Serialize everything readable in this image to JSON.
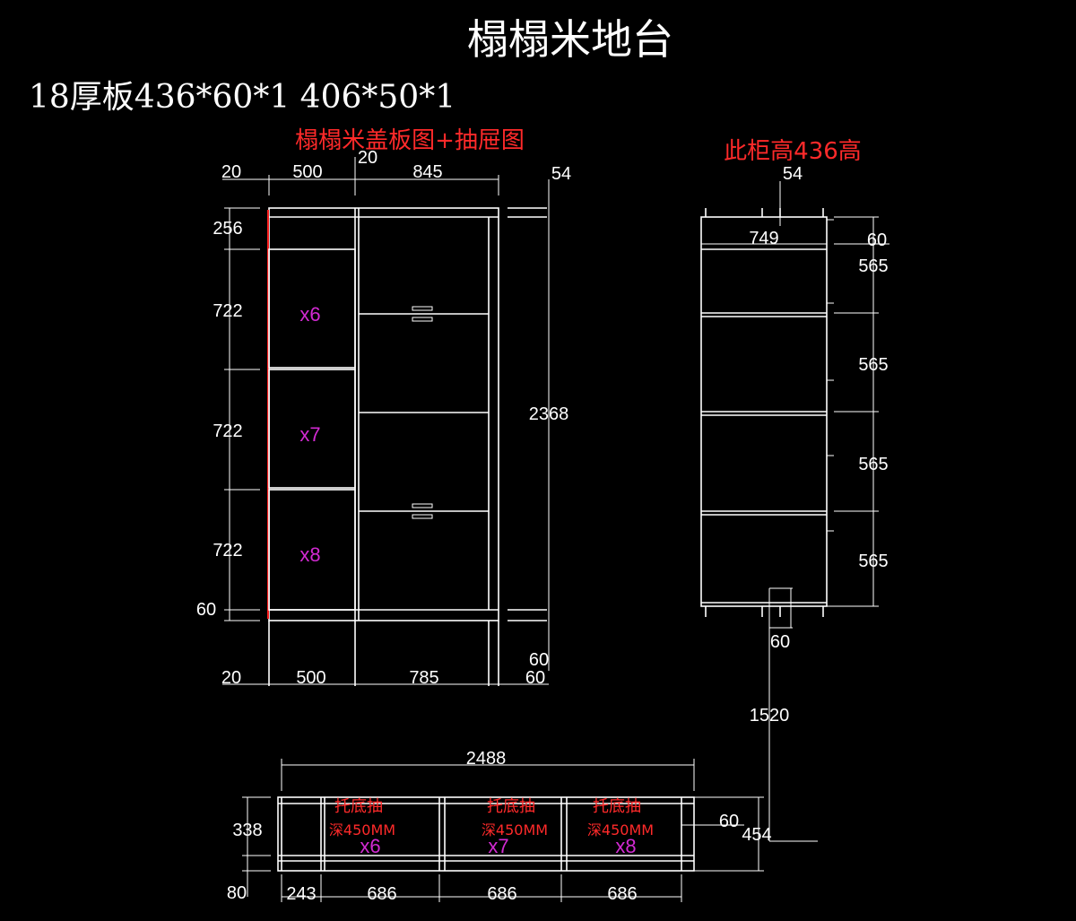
{
  "title": "榻榻米地台",
  "spec_line": "18厚板436*60*1  406*50*1",
  "labels": {
    "cover_plan": "榻榻米盖板图+抽屉图",
    "cabinet_height": "此柜高436高"
  },
  "front_view": {
    "top_dims": [
      "20",
      "500",
      "20",
      "845",
      "54"
    ],
    "left_dims": [
      "256",
      "722",
      "722",
      "722",
      "60"
    ],
    "right_dims": [
      "2368",
      "60"
    ],
    "bottom_dims": [
      "20",
      "500",
      "785",
      "60"
    ],
    "drawer_tags": [
      "x6",
      "x7",
      "x8"
    ]
  },
  "side_view": {
    "top_dims": [
      "54",
      "749",
      "60"
    ],
    "right_dims": [
      "565",
      "565",
      "565",
      "565"
    ],
    "bottom_dims": [
      "60",
      "1520"
    ]
  },
  "bottom_view": {
    "top_dim": "2488",
    "left_dims": [
      "338",
      "80"
    ],
    "right_dims": [
      "60",
      "454"
    ],
    "bottom_dims": [
      "243",
      "686",
      "686",
      "686"
    ],
    "drawer_notes": [
      {
        "line1": "托底抽",
        "line2": "深450MM",
        "tag": "x6"
      },
      {
        "line1": "托底抽",
        "line2": "深450MM",
        "tag": "x7"
      },
      {
        "line1": "托底抽",
        "line2": "深450MM",
        "tag": "x8"
      }
    ]
  },
  "colors": {
    "background": "#000000",
    "line": "#ffffff",
    "annotation_red": "#ff2a2a",
    "drawer_tag_magenta": "#d22ad2"
  }
}
